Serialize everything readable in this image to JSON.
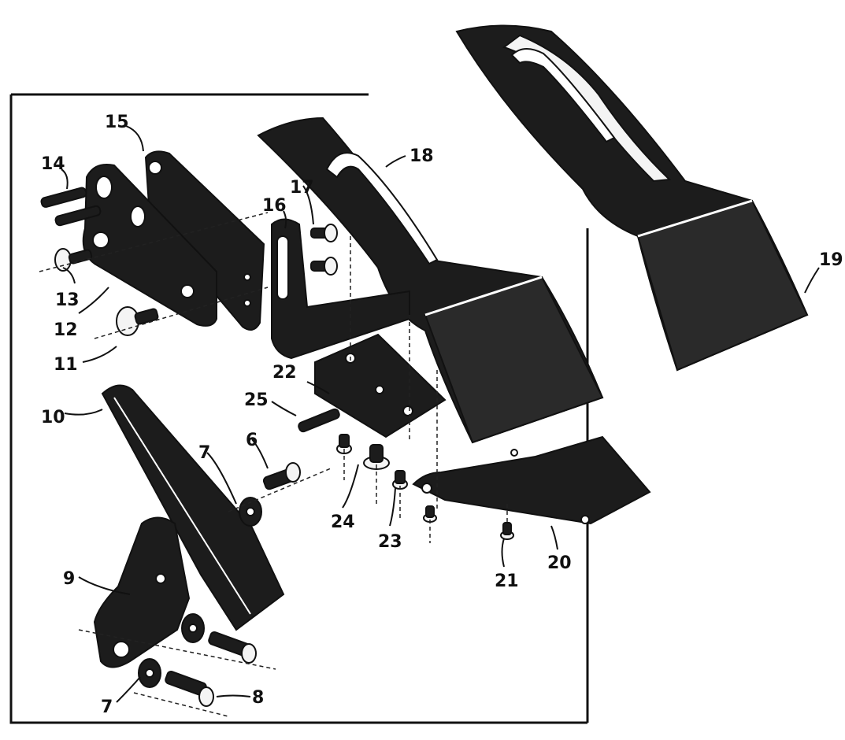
{
  "callouts": [
    {
      "id": "6",
      "label": "6"
    },
    {
      "id": "7a",
      "label": "7"
    },
    {
      "id": "7b",
      "label": "7"
    },
    {
      "id": "8",
      "label": "8"
    },
    {
      "id": "9",
      "label": "9"
    },
    {
      "id": "10",
      "label": "10"
    },
    {
      "id": "11",
      "label": "11"
    },
    {
      "id": "12",
      "label": "12"
    },
    {
      "id": "13",
      "label": "13"
    },
    {
      "id": "14",
      "label": "14"
    },
    {
      "id": "15",
      "label": "15"
    },
    {
      "id": "16",
      "label": "16"
    },
    {
      "id": "17",
      "label": "17"
    },
    {
      "id": "18",
      "label": "18"
    },
    {
      "id": "19",
      "label": "19"
    },
    {
      "id": "20",
      "label": "20"
    },
    {
      "id": "21",
      "label": "21"
    },
    {
      "id": "22",
      "label": "22"
    },
    {
      "id": "23",
      "label": "23"
    },
    {
      "id": "24",
      "label": "24"
    },
    {
      "id": "25",
      "label": "25"
    }
  ],
  "colors": {
    "ink": "#1c1c1c",
    "paper": "#ffffff"
  }
}
